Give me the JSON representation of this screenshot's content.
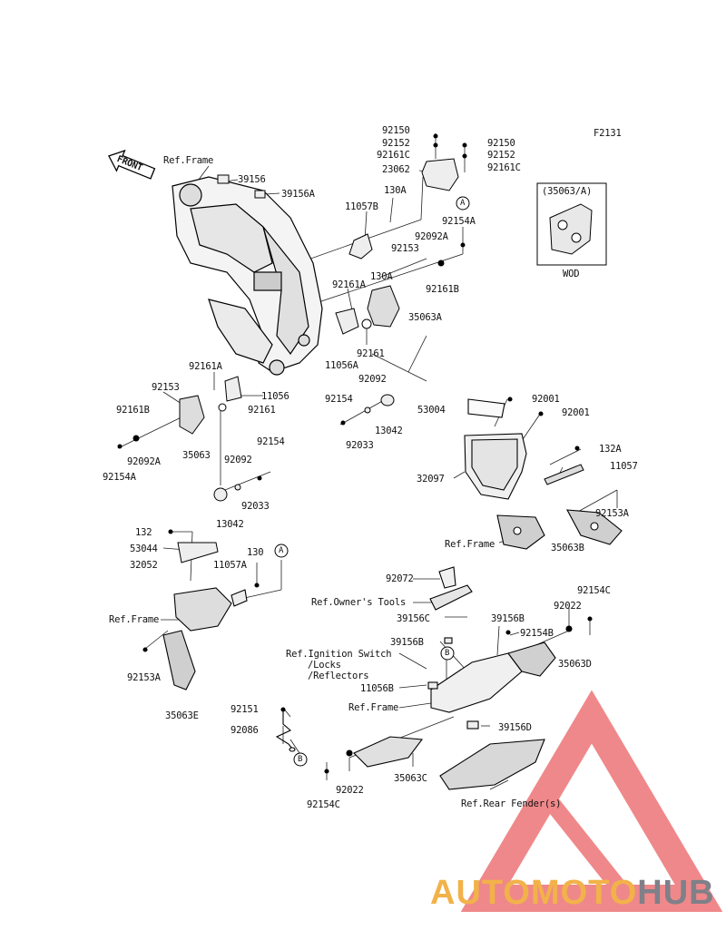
{
  "figure_code": "F2131",
  "front_label": "FRONT",
  "variant_box": {
    "title": "(35063/A)",
    "caption": "WOD"
  },
  "refs": {
    "frame": "Ref.Frame",
    "owners_tools": "Ref.Owner's Tools",
    "ignition_1": "Ref.Ignition Switch",
    "ignition_2": "/Locks",
    "ignition_3": "/Reflectors",
    "rear_fender": "Ref.Rear Fender(s)"
  },
  "callouts": {
    "a": "A",
    "b": "B"
  },
  "parts": {
    "p92150_1": "92150",
    "p92152_1": "92152",
    "p92161c_1": "92161C",
    "p23062": "23062",
    "p92150_2": "92150",
    "p92152_2": "92152",
    "p92161c_2": "92161C",
    "p39156": "39156",
    "p39156a": "39156A",
    "p130a_1": "130A",
    "p11057b": "11057B",
    "p92154a_1": "92154A",
    "p92092a_1": "92092A",
    "p92153_1": "92153",
    "p130a_2": "130A",
    "p92161a_1": "92161A",
    "p92161b_1": "92161B",
    "p35063a": "35063A",
    "p11056a": "11056A",
    "p92161_1": "92161",
    "p92161a_2": "92161A",
    "p11056": "11056",
    "p92153_2": "92153",
    "p92161_2": "92161",
    "p92161b_2": "92161B",
    "p92092a_2": "92092A",
    "p35063": "35063",
    "p92154a_2": "92154A",
    "p92092_1": "92092",
    "p92154_1": "92154",
    "p13042_1": "13042",
    "p92033_1": "92033",
    "p92154_2": "92154",
    "p92092_2": "92092",
    "p92033_2": "92033",
    "p13042_2": "13042",
    "p92001_1": "92001",
    "p53004": "53004",
    "p92001_2": "92001",
    "p132a": "132A",
    "p32097": "32097",
    "p11057": "11057",
    "p92153a_1": "92153A",
    "p35063b": "35063B",
    "p132": "132",
    "p53044": "53044",
    "p32052": "32052",
    "p130": "130",
    "p11057a": "11057A",
    "p92153a_2": "92153A",
    "p35063e": "35063E",
    "p92072": "92072",
    "p92154c_1": "92154C",
    "p92022_1": "92022",
    "p39156c": "39156C",
    "p39156b_1": "39156B",
    "p92154b": "92154B",
    "p39156b_2": "39156B",
    "p35063d": "35063D",
    "p11056b": "11056B",
    "p39156d": "39156D",
    "p92151": "92151",
    "p92086": "92086",
    "p92022_2": "92022",
    "p35063c": "35063C",
    "p92154c_2": "92154C"
  },
  "watermark": {
    "part1": "AUTOMOTO",
    "part2": "HUB",
    "color1": "#f2b24a",
    "color2": "#7f8088",
    "triangle_color": "#e3272b"
  }
}
